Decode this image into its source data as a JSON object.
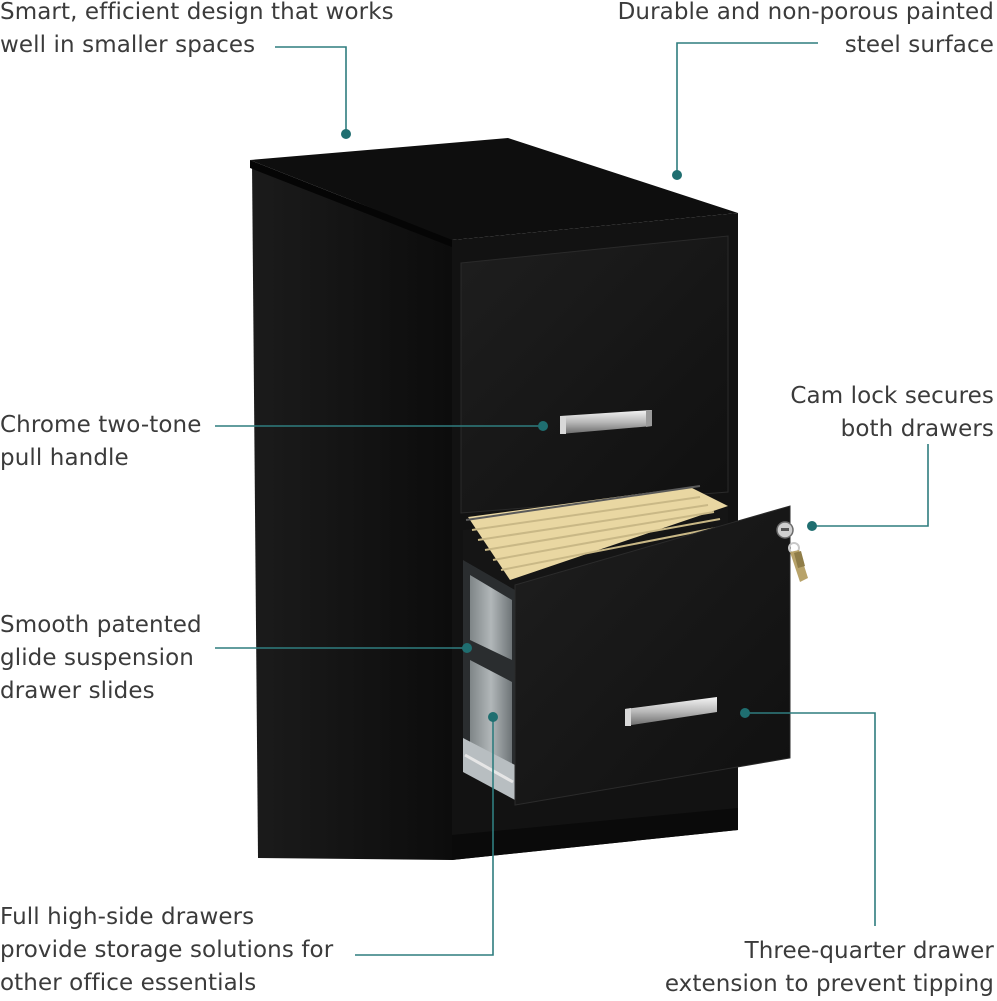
{
  "callouts": {
    "smart_design": {
      "lines": [
        "Smart, efficient design that works",
        "well in smaller spaces"
      ]
    },
    "steel_surface": {
      "lines": [
        "Durable and non-porous painted",
        "steel surface"
      ]
    },
    "pull_handle": {
      "lines": [
        "Chrome two-tone",
        "pull handle"
      ]
    },
    "cam_lock": {
      "lines": [
        "Cam lock secures",
        "both drawers"
      ]
    },
    "glide_suspension": {
      "lines": [
        "Smooth patented",
        "glide suspension",
        "drawer slides"
      ]
    },
    "high_side": {
      "lines": [
        "Full high-side drawers",
        "provide storage solutions for",
        "other office essentials"
      ]
    },
    "extension": {
      "lines": [
        "Three-quarter drawer",
        "extension to prevent tipping"
      ]
    }
  },
  "colors": {
    "callout_line": "#2f7d7f",
    "text": "#3b3b3b",
    "cabinet": "#141414"
  },
  "icons": [
    "filing-cabinet-illustration",
    "key-icon"
  ]
}
